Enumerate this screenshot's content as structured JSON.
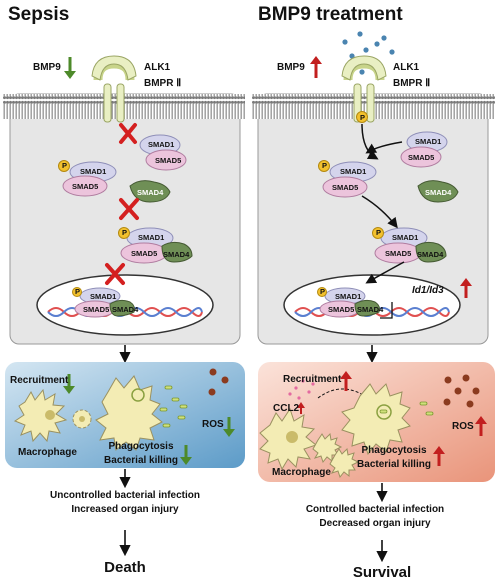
{
  "left": {
    "title": "Sepsis",
    "bmp9_label": "BMP9",
    "alk1_label": "ALK1",
    "bmpr_label": "BMPR Ⅱ",
    "smad1": "SMAD1",
    "smad5": "SMAD5",
    "smad4": "SMAD4",
    "phospho": "P",
    "recruitment": "Recruitment",
    "ros": "ROS",
    "macrophage": "Macrophage",
    "phagocytosis": "Phagocytosis",
    "bacterial_killing": "Bacterial killing",
    "outcome_line1": "Uncontrolled bacterial infection",
    "outcome_line2": "Increased organ injury",
    "final": "Death"
  },
  "right": {
    "title": "BMP9 treatment",
    "bmp9_label": "BMP9",
    "alk1_label": "ALK1",
    "bmpr_label": "BMPR Ⅱ",
    "smad1": "SMAD1",
    "smad5": "SMAD5",
    "smad4": "SMAD4",
    "phospho": "P",
    "gene": "Id1/Id3",
    "recruitment": "Recruitment",
    "ccl2": "CCL2",
    "ros": "ROS",
    "macrophage": "Macrophage",
    "phagocytosis": "Phagocytosis",
    "bacterial_killing": "Bacterial killing",
    "outcome_line1": "Controlled bacterial infection",
    "outcome_line2": "Decreased organ injury",
    "final": "Survival"
  },
  "colors": {
    "cell_bg": "#e6e6e6",
    "membrane": "#8a8a8a",
    "receptor": "#e9efc3",
    "smad1": "#d4d4ec",
    "smad5": "#ecc4dc",
    "smad4": "#6f8f56",
    "phospho": "#f2c12e",
    "inhibit": "#d42020",
    "arrow_up": "#c21f1f",
    "arrow_down": "#4d8a2a",
    "panel_blue": "#7fb3d6",
    "panel_salmon": "#efb29c",
    "macrophage": "#f3ecb4",
    "ros": "#8b3b1f",
    "bmp9_dot": "#4a84b0"
  },
  "icons": [
    "red-cross-inhibition-icon",
    "up-arrow-icon",
    "down-arrow-icon",
    "dna-helix-icon",
    "bacteria-icon"
  ]
}
